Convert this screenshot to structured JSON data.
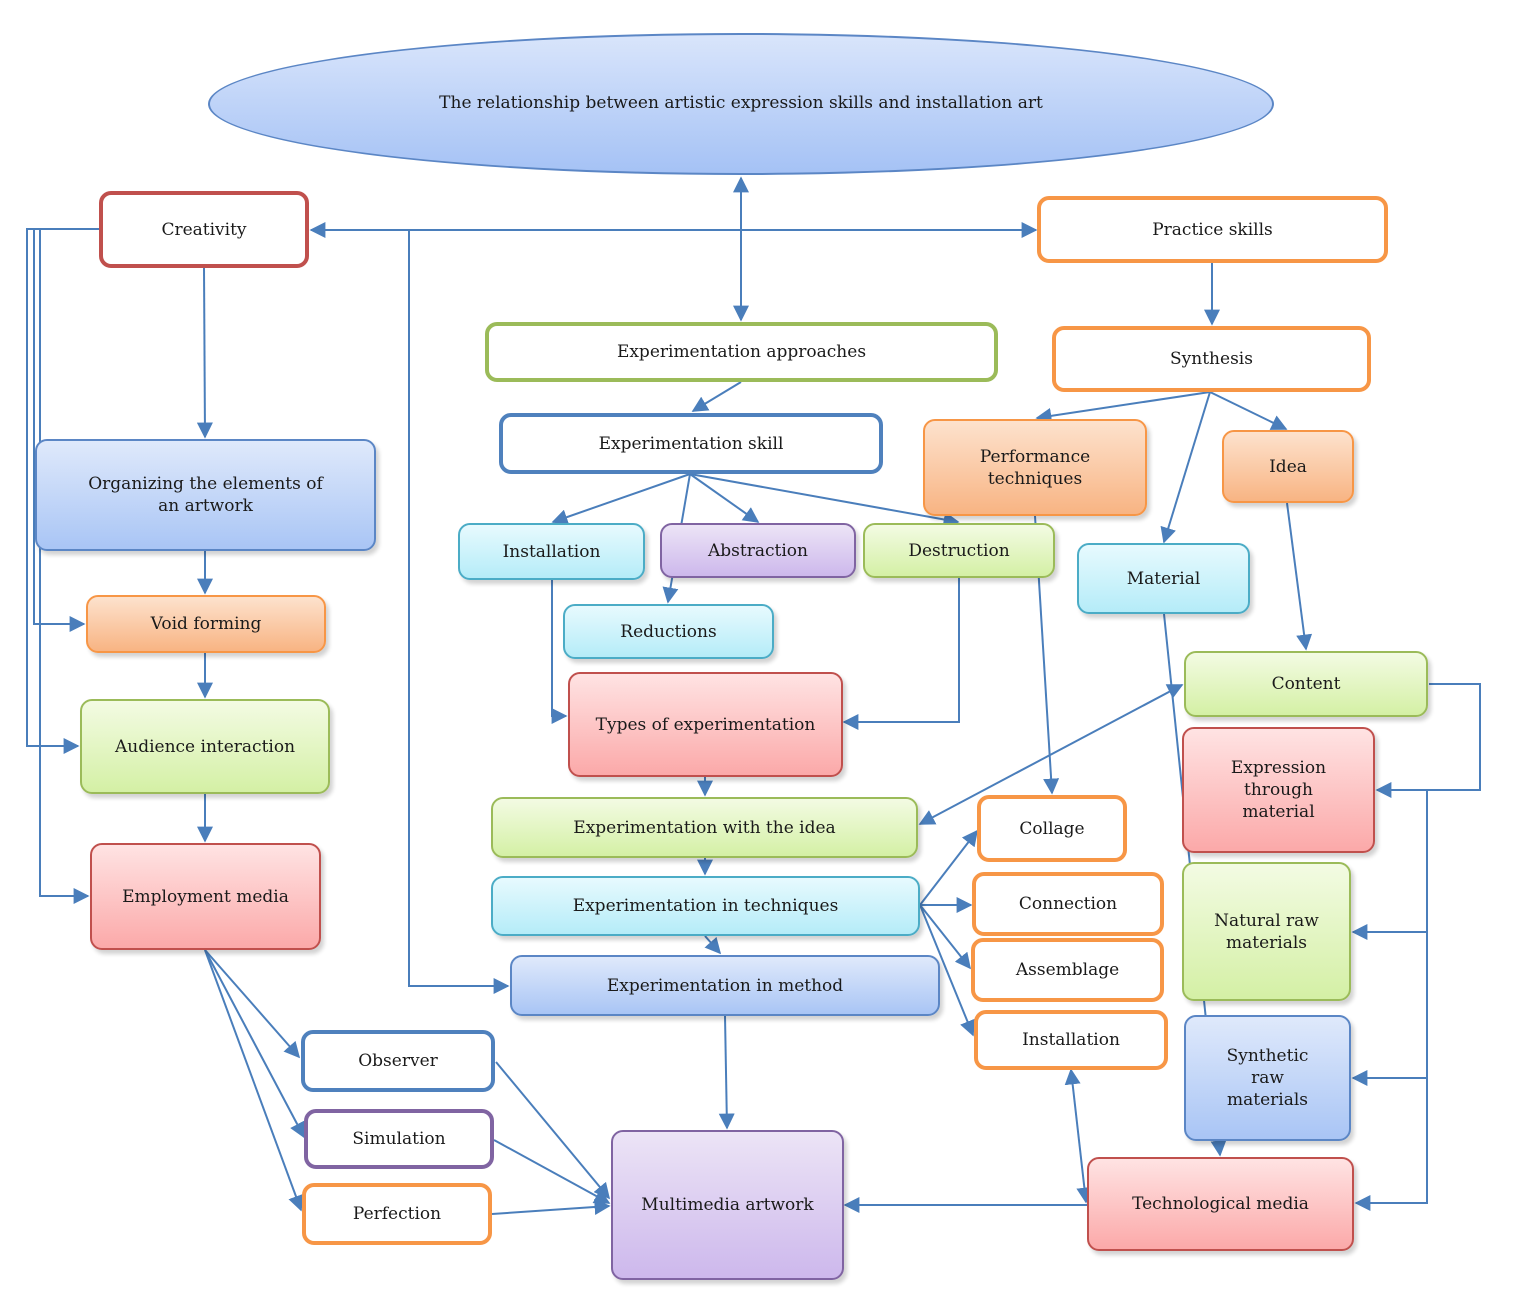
{
  "title": "The relationship between artistic expression skills and installation art",
  "nodes": {
    "creativity": "Creativity",
    "practice_skills": "Practice skills",
    "experimentation_approaches": "Experimentation approaches",
    "synthesis": "Synthesis",
    "organizing": "Organizing the elements of an artwork",
    "experimentation_skill": "Experimentation skill",
    "performance_techniques": "Performance techniques",
    "idea": "Idea",
    "installation_top": "Installation",
    "abstraction": "Abstraction",
    "destruction": "Destruction",
    "material": "Material",
    "void_forming": "Void forming",
    "reductions": "Reductions",
    "content": "Content",
    "types_of_experimentation": "Types of experimentation",
    "audience_interaction": "Audience interaction",
    "expression_through_material": "Expression through material",
    "experimentation_with_idea": "Experimentation with the idea",
    "collage": "Collage",
    "employment_media": "Employment media",
    "natural_raw_materials": "Natural raw materials",
    "experimentation_in_techniques": "Experimentation in techniques",
    "connection": "Connection",
    "assemblage": "Assemblage",
    "experimentation_in_method": "Experimentation in method",
    "synthetic_raw_materials": "Synthetic raw materials",
    "observer": "Observer",
    "installation_bottom": "Installation",
    "simulation": "Simulation",
    "multimedia_artwork": "Multimedia artwork",
    "technological_media": "Technological media",
    "perfection": "Perfection"
  },
  "colors": {
    "arrow": "#4a7ebb",
    "red": "#c0504d",
    "orange": "#f79646",
    "green": "#9bbb59",
    "blue": "#4f81bd",
    "purple": "#8064a2"
  }
}
